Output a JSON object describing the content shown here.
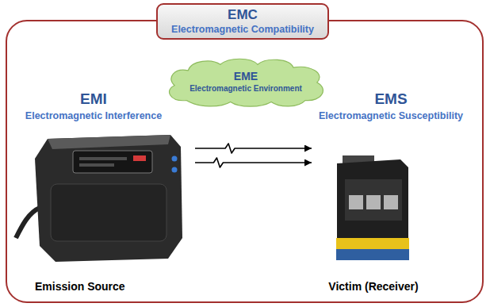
{
  "diagram": {
    "nodes": [
      {
        "text": [
          "EMC",
          "Electromagnetic Compatibility"
        ]
      },
      {
        "text": [
          "EME",
          "Electromagnetic Environment"
        ]
      },
      {
        "text": [
          "Emission Source"
        ]
      },
      {
        "text": [
          "Victim (Receiver)"
        ]
      }
    ],
    "edges": [
      {
        "from": 2,
        "to": 3,
        "arrow": "to"
      },
      {
        "from": 2,
        "to": 3,
        "arrow": "to"
      }
    ],
    "labels": [
      "EMI",
      "Electromagnetic Interference",
      "EMS",
      "Electromagnetic Susceptibility"
    ]
  }
}
